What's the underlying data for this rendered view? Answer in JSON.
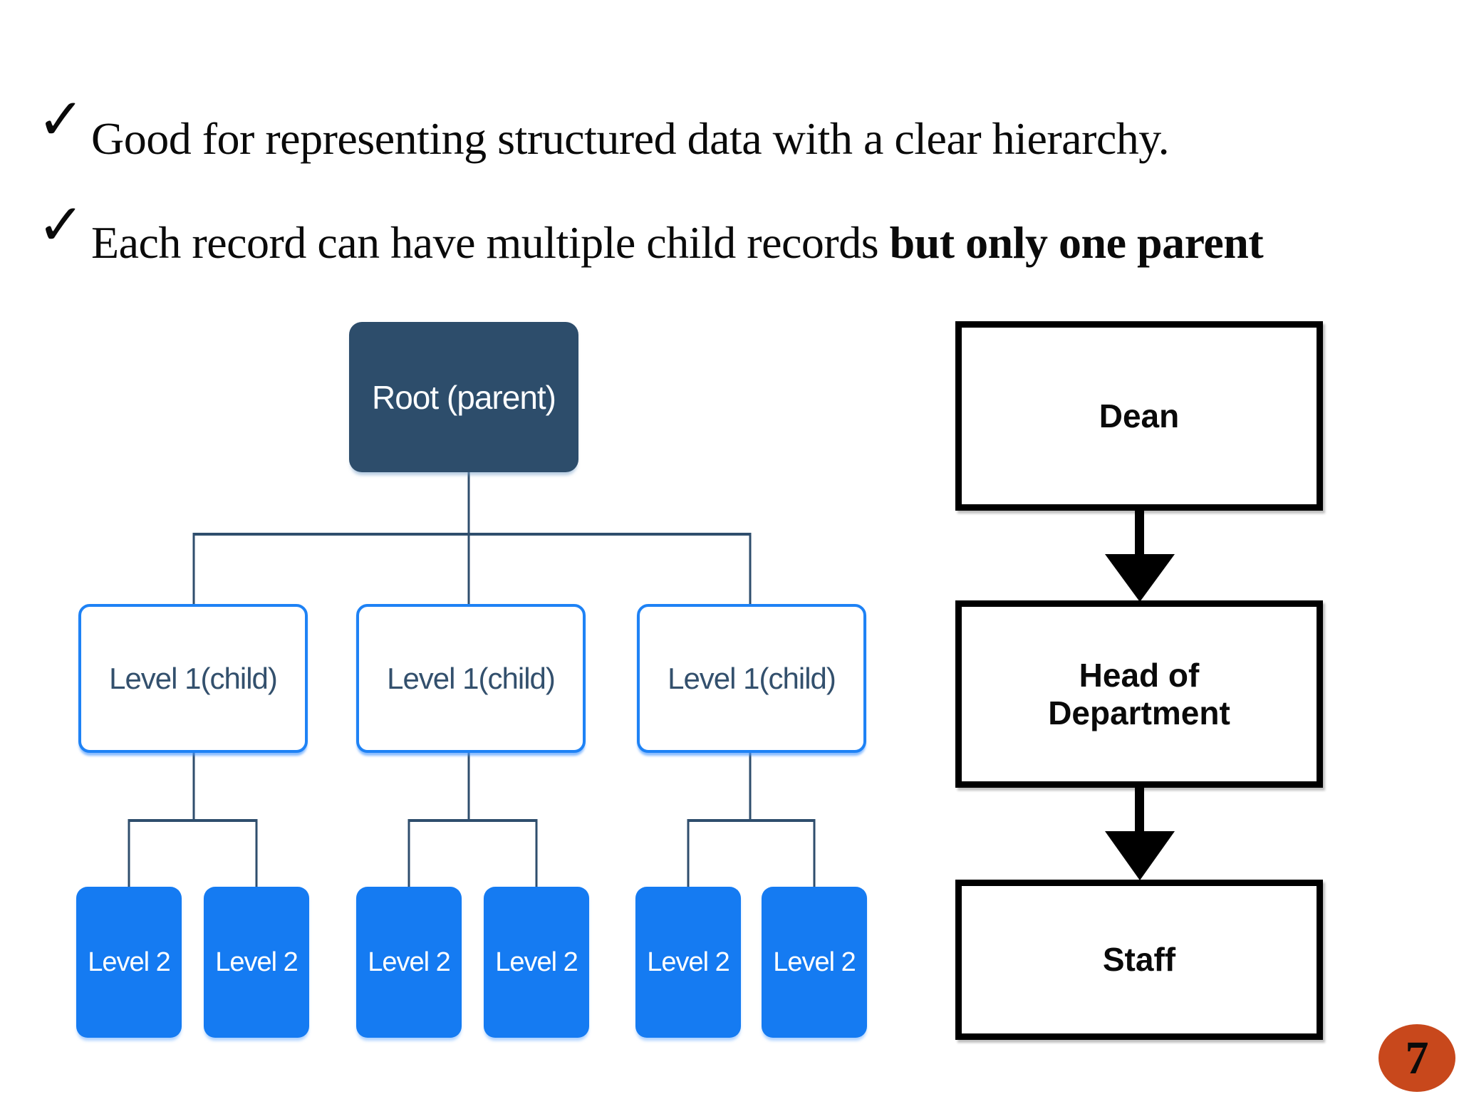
{
  "bullets": {
    "item1": {
      "marker": "✓",
      "text": "Good for representing structured data with a clear hierarchy."
    },
    "item2": {
      "marker": "✓",
      "text_normal": "Each record can have multiple child records ",
      "text_bold": "but only one parent"
    }
  },
  "tree": {
    "root": "Root (parent)",
    "level1": [
      "Level 1(child)",
      "Level 1(child)",
      "Level 1(child)"
    ],
    "level2": [
      "Level 2",
      "Level 2",
      "Level 2",
      "Level 2",
      "Level 2",
      "Level 2"
    ]
  },
  "orgchart": {
    "nodes": [
      "Dean",
      "Head of Department",
      "Staff"
    ]
  },
  "page": {
    "number": "7"
  },
  "colors": {
    "root_fill": "#2d4d6b",
    "level1_border": "#1e82f5",
    "level1_text": "#33506d",
    "level2_fill": "#157bf2",
    "connector": "#2f4e6d",
    "arrow": "#000000",
    "badge": "#c8481c"
  }
}
